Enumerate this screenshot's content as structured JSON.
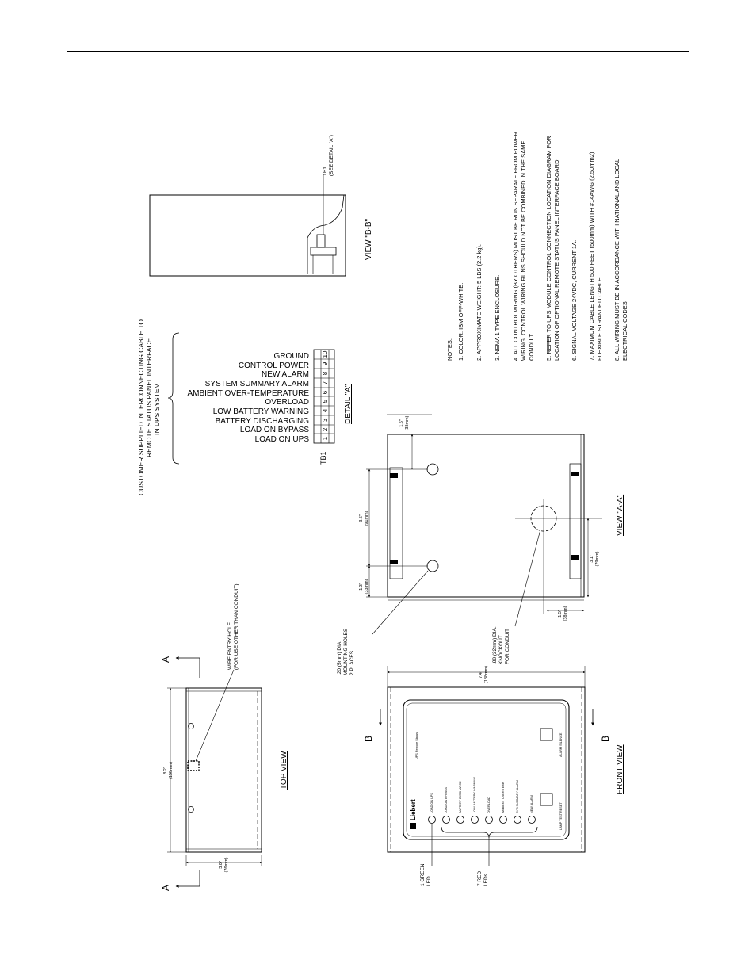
{
  "notes": {
    "heading": "NOTES:",
    "items": [
      "1. COLOR: IBM OFF-WHITE.",
      "2. APPROXIMATE WEIGHT: 5 LBS (2.2 kg).",
      "3. NEMA 1 TYPE ENCLOSURE.",
      "4. ALL CONTROL WIRING (BY OTHERS) MUST BE RUN SEPARATE FROM POWER",
      "WIRING. CONTROL WIRING RUNS SHOULD NOT BE COMBINED IN THE SAME",
      "CONDUIT.",
      "5. REFER TO UPS MODULE CONTROL CONNECTION LOCATION DIAGRAM FOR",
      "LOCATION OF OPTIONAL REMOTE STATUS PANEL INTERFACE BOARD",
      "6. SIGNAL VOLTAGE 24VDC, CURRENT 1A.",
      "7. MAXIMUM CABLE LENGTH 500 FEET (500mm) WITH #14AWG (2.50mm2)",
      "FLEXIBLE STRANDED CABLE",
      "8. ALL WIRING MUST BE IN ACCORDANCE WITH NATIONAL AND LOCAL",
      "ELECTRICAL CODES"
    ]
  },
  "view_bb": {
    "title": "VIEW \"B-B\"",
    "tb1_line1": "TB1",
    "tb1_line2": "(SEE DETAIL \"A\")"
  },
  "detail_a": {
    "title": "DETAIL \"A\"",
    "tb_label": "TB1",
    "cable_line1": "CUSTOMER SUPPLIED INTERCONNECTING CABLE TO",
    "cable_line2": "REMOTE STATUS PANEL INTERFACE",
    "cable_line3": "IN UPS SYSTEM",
    "terminals": [
      {
        "num": "1",
        "label": "LOAD ON UPS"
      },
      {
        "num": "2",
        "label": "LOAD ON BYPASS"
      },
      {
        "num": "3",
        "label": "BATTERY DISCHARGING"
      },
      {
        "num": "4",
        "label": "LOW BATTERY WARNING"
      },
      {
        "num": "5",
        "label": "OVERLOAD"
      },
      {
        "num": "6",
        "label": "AMBIENT OVER-TEMPERATURE"
      },
      {
        "num": "7",
        "label": "SYSTEM SUMMARY ALARM"
      },
      {
        "num": "8",
        "label": "NEW ALARM"
      },
      {
        "num": "9",
        "label": "CONTROL POWER"
      },
      {
        "num": "10",
        "label": "GROUND"
      }
    ]
  },
  "view_aa": {
    "title": "VIEW \"A-A\"",
    "dim_15": "1.5\"",
    "dim_15_mm": "(38mm)",
    "dim_36": "3.6\"",
    "dim_36_mm": "(91mm)",
    "dim_13": "1.3\"",
    "dim_13_mm": "(33mm)",
    "dim_15b": "1.5\"",
    "dim_15b_mm": "(38mm)",
    "dim_31": "3.1\"",
    "dim_31_mm": "(79mm)",
    "holes_line1": ".20 (5mm) DIA.",
    "holes_line2": "MOUNTING HOLES",
    "holes_line3": "2 PLACES",
    "ko_line1": ".88 (22mm) DIA.",
    "ko_line2": "KNOCKOUT",
    "ko_line3": "FOR CONDUIT"
  },
  "top_view": {
    "title": "TOP VIEW",
    "section_a": "A",
    "wire_line1": "WIRE ENTRY HOLE",
    "wire_line2": "(FOR USE OTHER THAN CONDUIT)",
    "dim_82": "8.2\"",
    "dim_82_mm": "(158mm)",
    "dim_30": "3.0\"",
    "dim_30_mm": "(76mm)"
  },
  "front_view": {
    "title": "FRONT VIEW",
    "section_b": "B",
    "dim_74": "7.4\"",
    "dim_74_mm": "(188mm)",
    "brand": "Liebert",
    "panel_caption": "UPS Remote Status",
    "green_line1": "1 GREEN",
    "green_line2": "LED",
    "red_line1": "7 RED",
    "red_line2": "LEDs",
    "button1": "LAMP TEST/RESET",
    "button2": "ALARM SILENCE",
    "leds": [
      "LOAD ON UPS",
      "LOAD ON BYPASS",
      "BATTERY DISCHARGE",
      "LOW BATTERY WARNING",
      "OVERLOAD",
      "AMBIENT OVER TEMP",
      "SYS SUMMARY ALARM",
      "NEW ALARM"
    ]
  }
}
